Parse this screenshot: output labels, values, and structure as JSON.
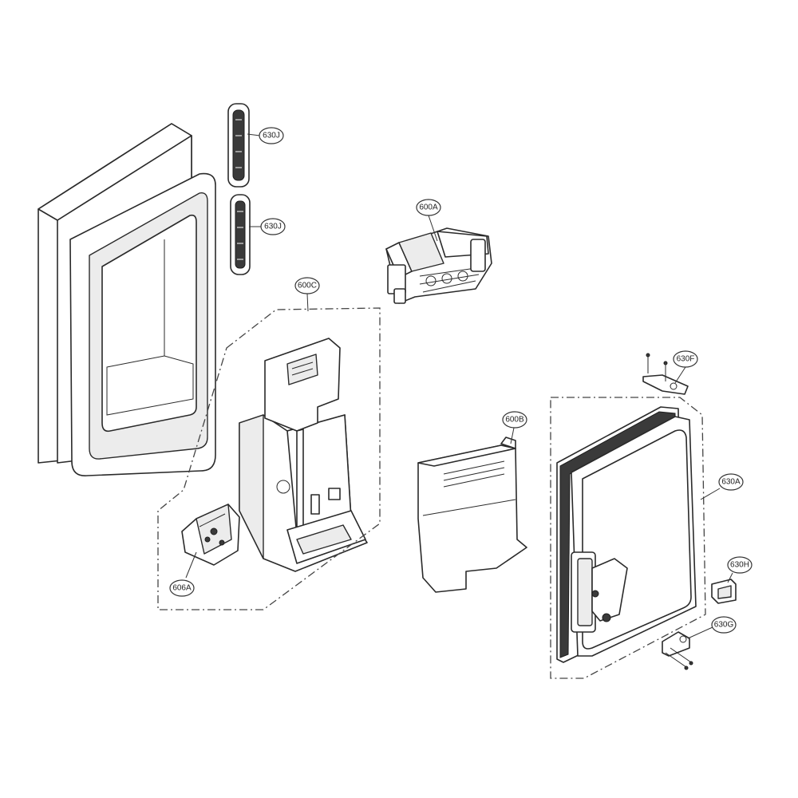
{
  "callouts": {
    "door_cover_upper": "630J",
    "door_cover_lower": "630J",
    "ice_maker": "600A",
    "dispenser_housing": "600C",
    "dispenser_cover": "600B",
    "hinge_top": "630F",
    "ice_door": "630A",
    "latch": "630H",
    "hinge_bottom": "630G",
    "bracket": "606A"
  },
  "colors": {
    "line": "#2a2a2a",
    "shade": "#ececec",
    "background": "#ffffff"
  }
}
